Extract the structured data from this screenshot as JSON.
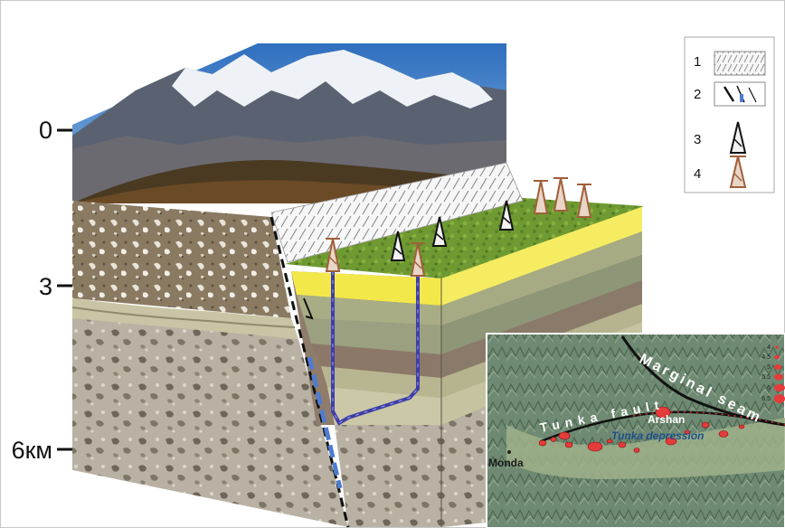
{
  "depth_axis": {
    "ticks": [
      {
        "label": "0"
      },
      {
        "label": "3"
      },
      {
        "label": "6км"
      }
    ]
  },
  "legend": {
    "items": [
      {
        "number": "1",
        "icon": "hatched-rectangle-icon"
      },
      {
        "number": "2",
        "icon": "fault-arrows-icon"
      },
      {
        "number": "3",
        "icon": "black-derrick-icon"
      },
      {
        "number": "4",
        "icon": "brown-derrick-icon"
      }
    ]
  },
  "map": {
    "marginal_seam": "Marginal seam",
    "tunka_fault": "Tunka fault",
    "arshan": "Arshan",
    "tunka_depression": "Tunka depression",
    "monda": "Monda",
    "magnitude_scale": [
      "4",
      "4.5",
      "5",
      "5.5",
      "6",
      "6.5"
    ]
  },
  "colors": {
    "sky": "#3f7fc4",
    "snow": "#eef2f6",
    "forest": "#4a3a22",
    "grass": "#6f9a32",
    "yellow_layer": "#f3e84a",
    "well_pipe": "#3e3ea8",
    "fault_dash": "#4f7ccf",
    "derrick_brown": "#a0603a",
    "map_bg": "#6f8a72"
  }
}
